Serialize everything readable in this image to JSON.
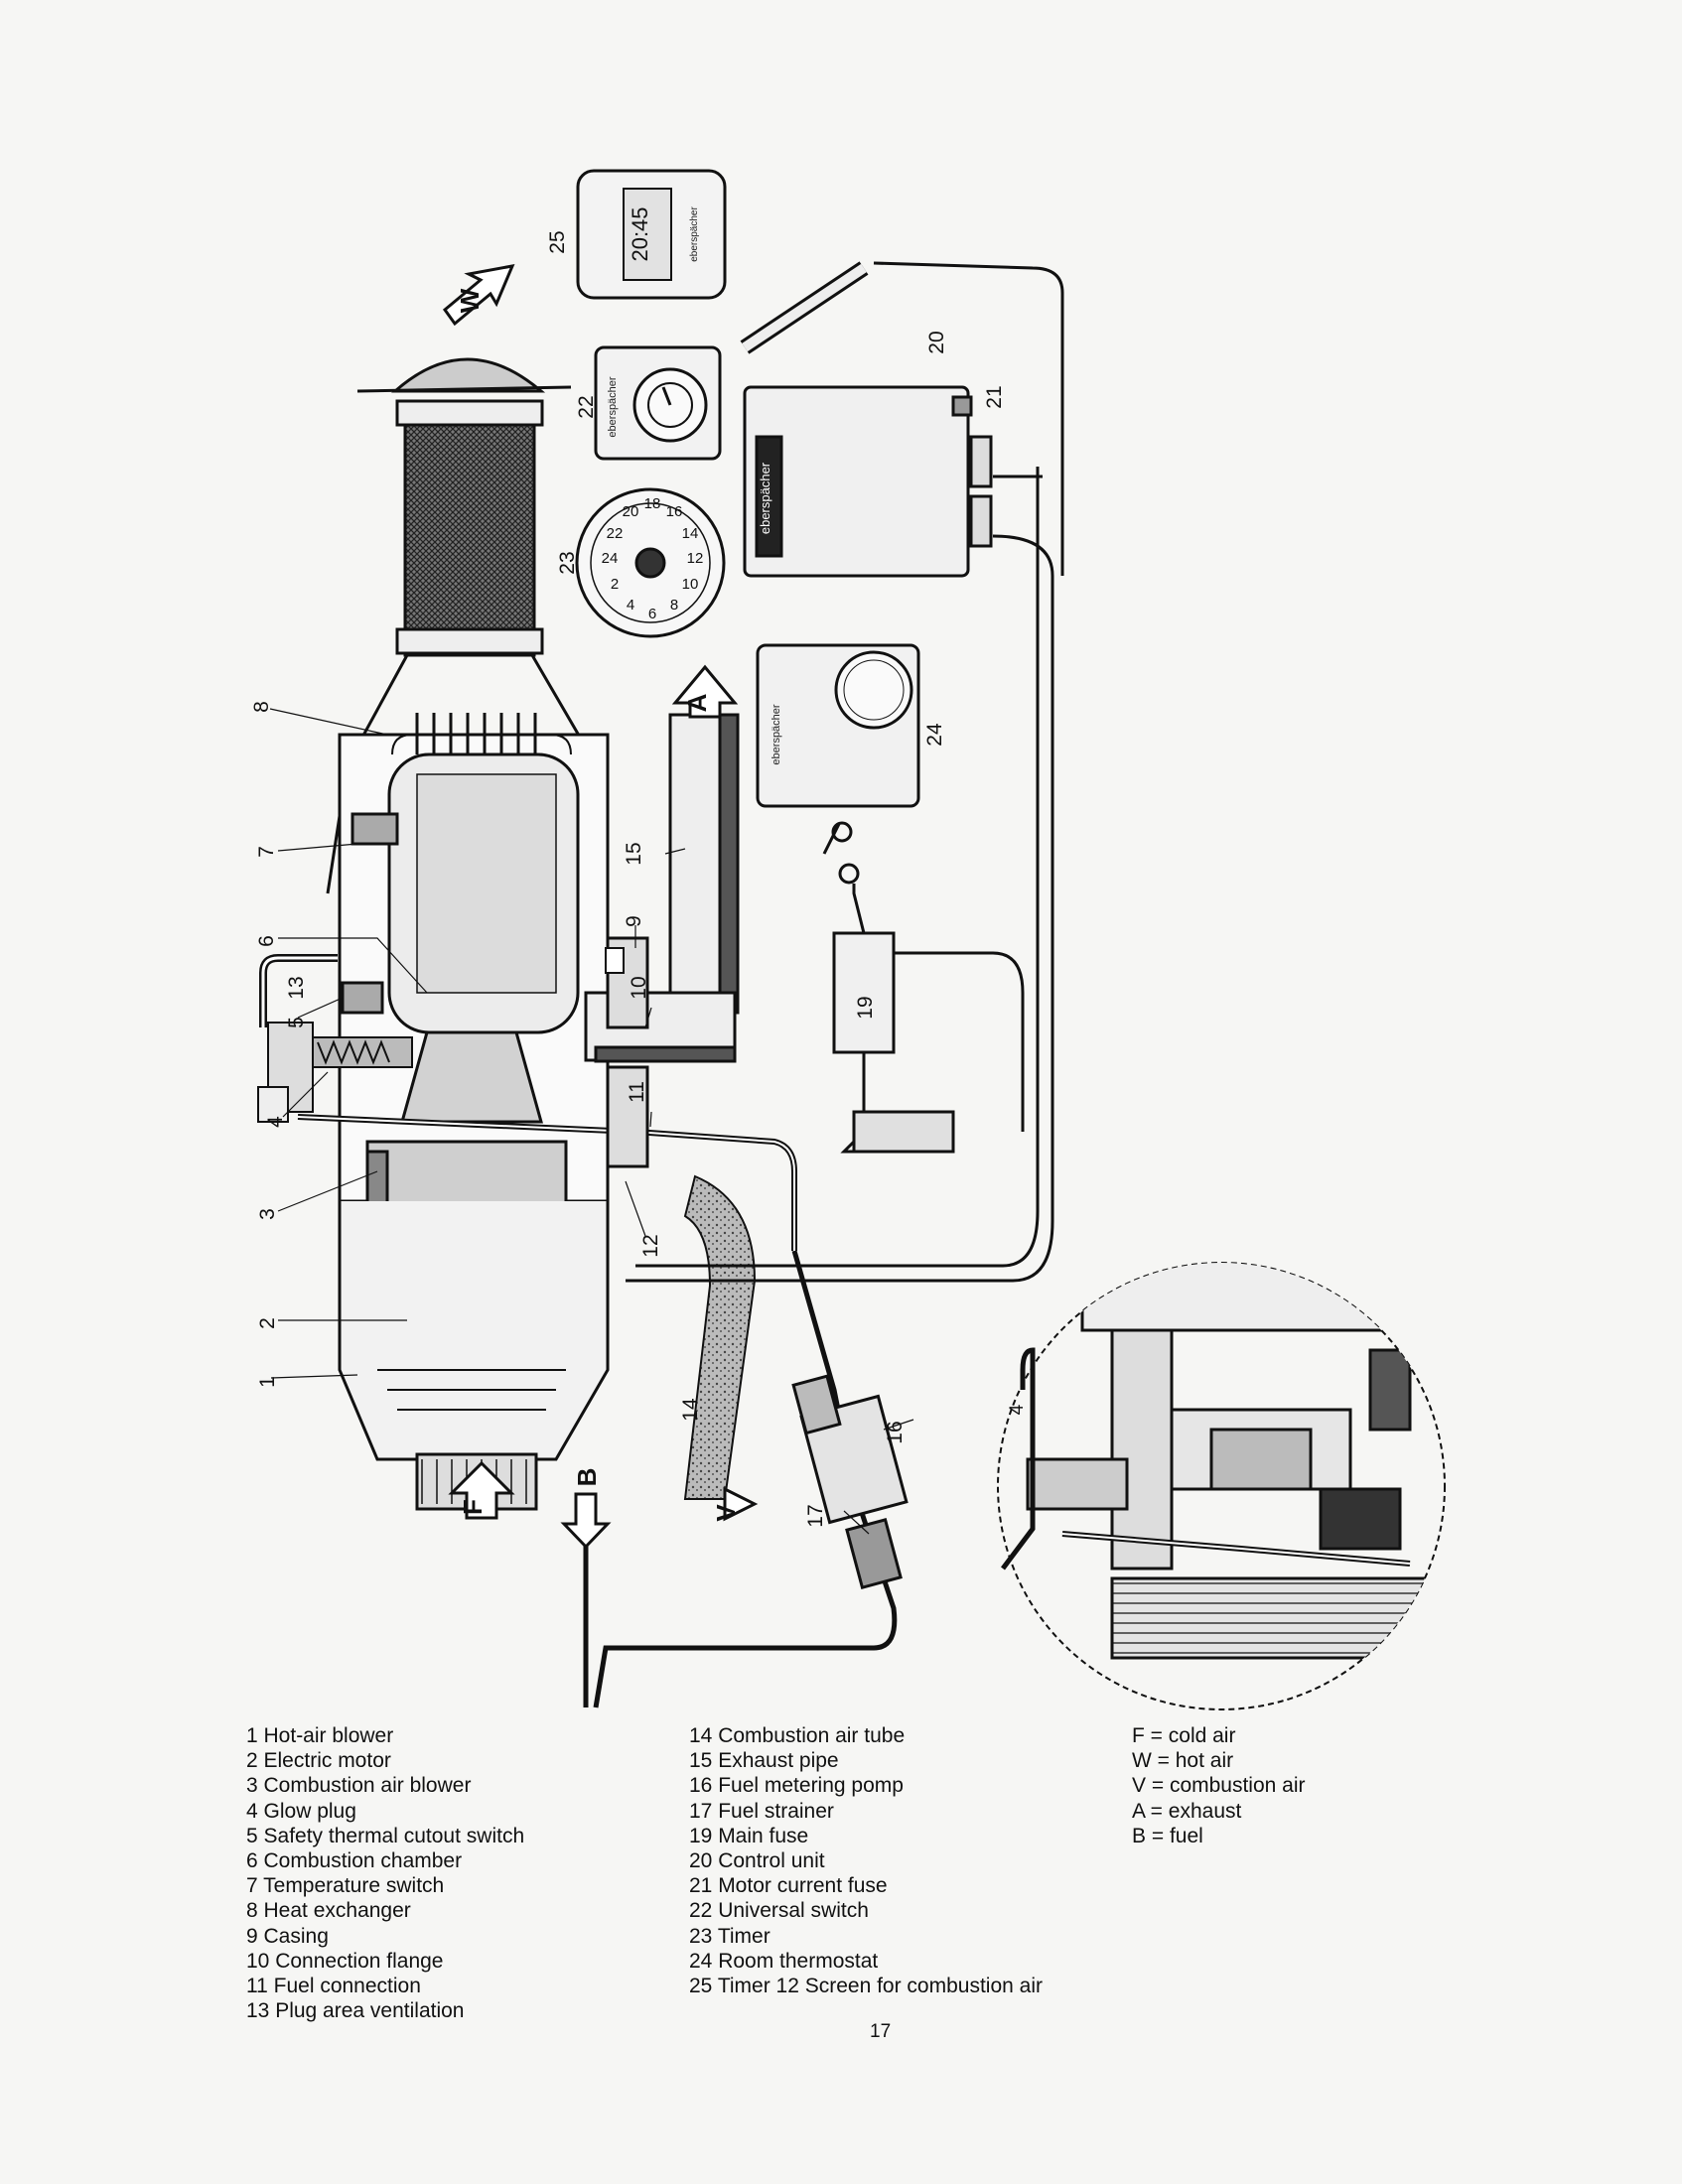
{
  "callouts": [
    "1",
    "2",
    "3",
    "4",
    "5",
    "6",
    "7",
    "8",
    "9",
    "10",
    "11",
    "12",
    "13",
    "14",
    "15",
    "16",
    "17",
    "19",
    "20",
    "21",
    "22",
    "23",
    "24",
    "25"
  ],
  "flow_labels": {
    "F": "F",
    "W": "W",
    "V": "V",
    "A": "A",
    "B": "B"
  },
  "device_brand": "eberspächer",
  "timer_display": "20:45",
  "dial_numbers": [
    "20",
    "22",
    "24",
    "2",
    "4",
    "6",
    "8",
    "10",
    "12",
    "14",
    "16",
    "18"
  ],
  "legend": {
    "col1": [
      "1 Hot-air blower",
      "2 Electric motor",
      "3 Combustion air blower",
      "4 Glow plug",
      "5 Safety thermal cutout switch",
      "6 Combustion chamber",
      "7 Temperature switch",
      "8 Heat exchanger",
      "9 Casing",
      "10 Connection flange",
      "11 Fuel connection",
      "13 Plug area ventilation"
    ],
    "col2": [
      "14 Combustion air tube",
      "15 Exhaust pipe",
      "16 Fuel metering pomp",
      "17 Fuel strainer",
      "19 Main fuse",
      "20 Control unit",
      "21 Motor current fuse",
      "22 Universal switch",
      "23 Timer",
      "24 Room thermostat",
      "25 Timer 12 Screen for combustion air"
    ],
    "col3": [
      "F = cold air",
      "W = hot air",
      "V = combustion air",
      "A = exhaust",
      "B = fuel"
    ]
  },
  "page_number": "17"
}
